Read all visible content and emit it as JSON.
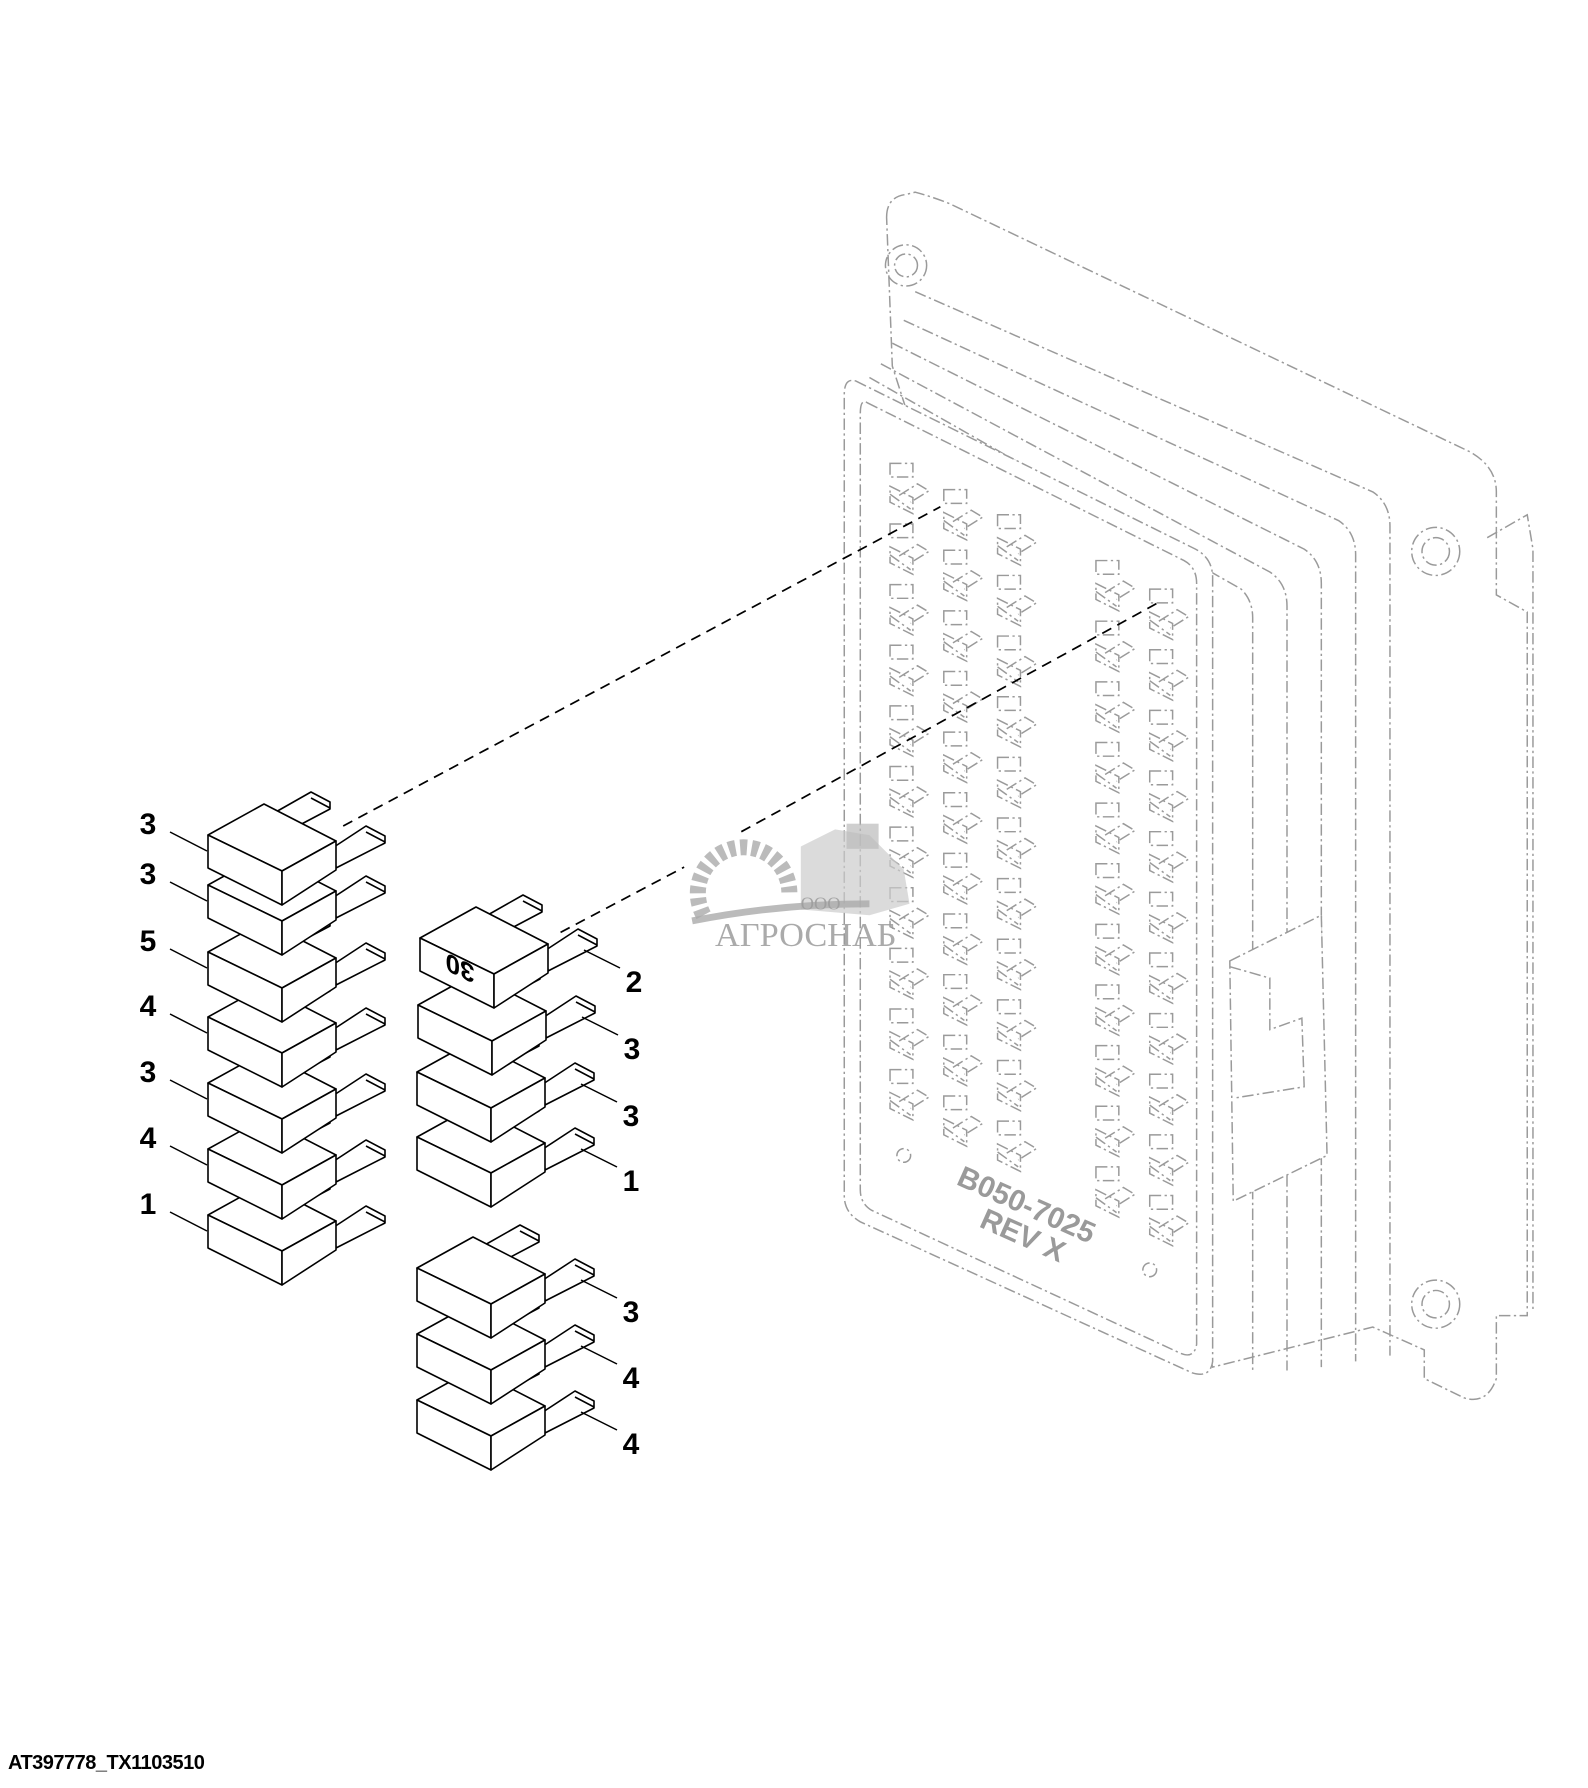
{
  "figure_id": "AT397778_TX1103510",
  "connector": {
    "part_text": "B050-7025",
    "rev_text": "REV  X"
  },
  "fuse_marking": "30",
  "callouts": {
    "left_column": [
      "3",
      "3",
      "5",
      "4",
      "3",
      "4",
      "1"
    ],
    "middle_upper": [
      "2",
      "3",
      "3",
      "1"
    ],
    "middle_lower": [
      "3",
      "4",
      "4"
    ]
  },
  "watermark": {
    "prefix": "ООО",
    "name": "АГРОСНАБ"
  }
}
